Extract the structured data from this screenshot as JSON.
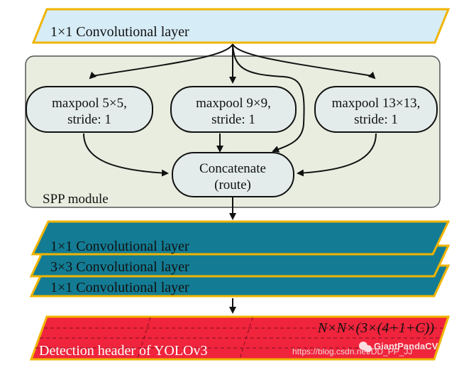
{
  "top_layer": {
    "label": "1×1 Convolutional layer"
  },
  "spp": {
    "module_label": "SPP module",
    "pools": [
      {
        "line1": "maxpool 5×5,",
        "line2": "stride: 1"
      },
      {
        "line1": "maxpool 9×9,",
        "line2": "stride: 1"
      },
      {
        "line1": "maxpool 13×13,",
        "line2": "stride: 1"
      }
    ],
    "concat": {
      "line1": "Concatenate",
      "line2": "(route)"
    }
  },
  "conv_stack": [
    {
      "label": "1×1 Convolutional layer"
    },
    {
      "label": "3×3 Convolutional layer"
    },
    {
      "label": "1×1 Convolutional layer"
    }
  ],
  "detection": {
    "label": "Detection header of YOLOv3",
    "formula": "N×N×(3×(4+1+C))"
  },
  "watermark": {
    "url": "https://blog.csdn.net/DD_PP_JJ",
    "brand": "GiantPandaCV"
  },
  "colors": {
    "top_fill": "#d6ecf6",
    "border_gold": "#f0b400",
    "spp_fill": "#e8eddf",
    "node_fill": "#e3eceb",
    "conv_fill": "#137c94",
    "detect_fill": "#f0243c"
  }
}
